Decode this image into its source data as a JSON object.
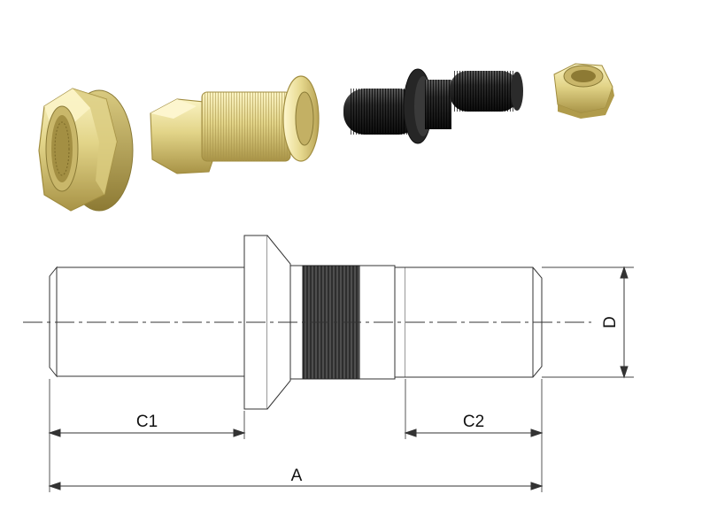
{
  "dimensions": {
    "c1": "C1",
    "c2": "C2",
    "a": "A",
    "d": "D"
  },
  "colors": {
    "brass_light": "#f3e9a6",
    "brass_mid": "#d8c97a",
    "brass_dark": "#9f8b3e",
    "black_part": "#1c1c1c",
    "line": "#333333"
  },
  "icons": {
    "cap_nut": "cap-nut-icon",
    "threaded_sleeve": "threaded-sleeve-icon",
    "wheel_stud": "wheel-stud-icon",
    "hex_nut": "hex-nut-icon"
  }
}
